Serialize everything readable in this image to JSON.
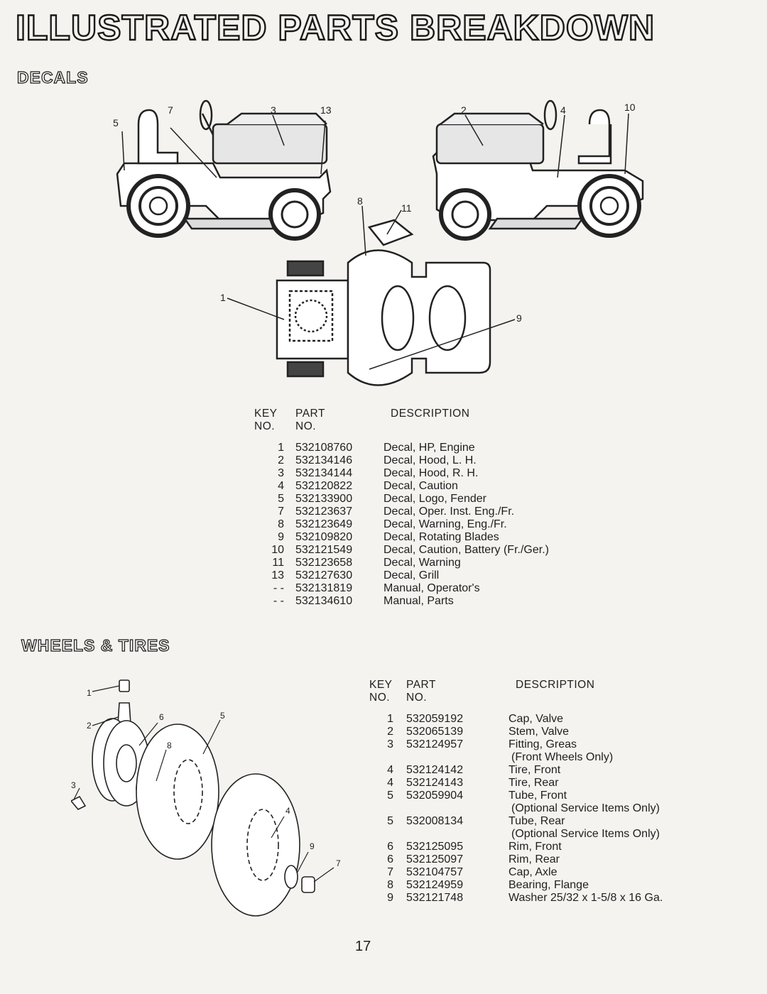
{
  "title": "ILLUSTRATED PARTS BREAKDOWN",
  "page_number": "17",
  "decals": {
    "heading": "DECALS",
    "callouts": [
      "7",
      "3",
      "13",
      "5",
      "2",
      "4",
      "10",
      "8",
      "11",
      "1",
      "9"
    ],
    "table": {
      "header_key": "KEY",
      "header_key2": "NO.",
      "header_part": "PART",
      "header_part2": "NO.",
      "header_desc": "DESCRIPTION",
      "rows": [
        {
          "key": "1",
          "part": "532108760",
          "desc": "Decal, HP, Engine"
        },
        {
          "key": "2",
          "part": "532134146",
          "desc": "Decal, Hood, L. H."
        },
        {
          "key": "3",
          "part": "532134144",
          "desc": "Decal, Hood, R. H."
        },
        {
          "key": "4",
          "part": "532120822",
          "desc": "Decal, Caution"
        },
        {
          "key": "5",
          "part": "532133900",
          "desc": "Decal, Logo, Fender"
        },
        {
          "key": "7",
          "part": "532123637",
          "desc": "Decal, Oper. Inst. Eng./Fr."
        },
        {
          "key": "8",
          "part": "532123649",
          "desc": "Decal, Warning, Eng./Fr."
        },
        {
          "key": "9",
          "part": "532109820",
          "desc": "Decal, Rotating Blades"
        },
        {
          "key": "10",
          "part": "532121549",
          "desc": "Decal, Caution, Battery (Fr./Ger.)"
        },
        {
          "key": "11",
          "part": "532123658",
          "desc": "Decal, Warning"
        },
        {
          "key": "13",
          "part": "532127630",
          "desc": "Decal, Grill"
        },
        {
          "key": "- -",
          "part": "532131819",
          "desc": "Manual, Operator's"
        },
        {
          "key": "- -",
          "part": "532134610",
          "desc": "Manual, Parts"
        }
      ]
    }
  },
  "wheels": {
    "heading": "WHEELS & TIRES",
    "callouts": [
      "1",
      "2",
      "6",
      "5",
      "8",
      "3",
      "4",
      "9",
      "7"
    ],
    "table": {
      "header_key": "KEY",
      "header_key2": "NO.",
      "header_part": "PART",
      "header_part2": "NO.",
      "header_desc": "DESCRIPTION",
      "rows": [
        {
          "key": "1",
          "part": "532059192",
          "desc": "Cap, Valve"
        },
        {
          "key": "2",
          "part": "532065139",
          "desc": "Stem, Valve"
        },
        {
          "key": "3",
          "part": "532124957",
          "desc": "Fitting, Greas"
        },
        {
          "key": "",
          "part": "",
          "desc": "(Front Wheels Only)"
        },
        {
          "key": "4",
          "part": "532124142",
          "desc": "Tire, Front"
        },
        {
          "key": "4",
          "part": "532124143",
          "desc": "Tire, Rear"
        },
        {
          "key": "5",
          "part": "532059904",
          "desc": "Tube, Front"
        },
        {
          "key": "",
          "part": "",
          "desc": "(Optional Service Items Only)"
        },
        {
          "key": "5",
          "part": "532008134",
          "desc": "Tube, Rear"
        },
        {
          "key": "",
          "part": "",
          "desc": "(Optional Service Items Only)"
        },
        {
          "key": "6",
          "part": "532125095",
          "desc": "Rim, Front"
        },
        {
          "key": "6",
          "part": "532125097",
          "desc": "Rim, Rear"
        },
        {
          "key": "7",
          "part": "532104757",
          "desc": "Cap, Axle"
        },
        {
          "key": "8",
          "part": "532124959",
          "desc": "Bearing, Flange"
        },
        {
          "key": "9",
          "part": "532121748",
          "desc": "Washer 25/32 x 1-5/8 x 16 Ga."
        }
      ]
    }
  }
}
